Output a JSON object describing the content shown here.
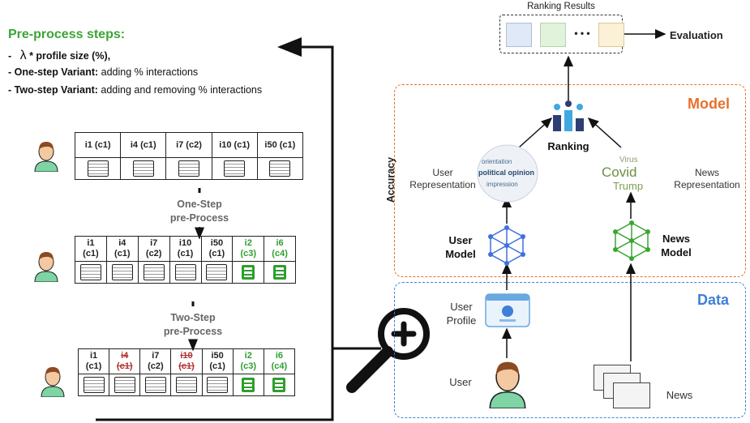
{
  "steps": {
    "title": "Pre-process steps:",
    "lambda_symbol": "λ",
    "line1": "* profile size (%),",
    "one_step_label": "One-step Variant:",
    "one_step_text": "adding % interactions",
    "two_step_label": "Two-step Variant:",
    "two_step_text": "adding and removing % interactions",
    "dash": "-"
  },
  "sequences": {
    "original": [
      "i1 (c1)",
      "i4 (c1)",
      "i7 (c2)",
      "i10 (c1)",
      "i50 (c1)"
    ],
    "one_step": [
      {
        "item": "i1",
        "cat": "(c1)"
      },
      {
        "item": "i4",
        "cat": "(c1)"
      },
      {
        "item": "i7",
        "cat": "(c2)"
      },
      {
        "item": "i10",
        "cat": "(c1)"
      },
      {
        "item": "i50",
        "cat": "(c1)"
      },
      {
        "item": "i2",
        "cat": "(c3)"
      },
      {
        "item": "i6",
        "cat": "(c4)"
      }
    ],
    "two_step": [
      {
        "item": "i1",
        "cat": "(c1)"
      },
      {
        "item": "i4",
        "cat": "(c1)"
      },
      {
        "item": "i7",
        "cat": "(c2)"
      },
      {
        "item": "i10",
        "cat": "(c1)"
      },
      {
        "item": "i50",
        "cat": "(c1)"
      },
      {
        "item": "i2",
        "cat": "(c3)"
      },
      {
        "item": "i6",
        "cat": "(c4)"
      }
    ],
    "news_glyph": "NEWS"
  },
  "process": {
    "one_step_1": "One-Step",
    "one_step_2": "pre-Process",
    "two_step_1": "Two-Step",
    "two_step_2": "pre-Process"
  },
  "diagram": {
    "ranking_results": "Ranking Results",
    "ellipsis": "• • •",
    "evaluation": "Evaluation",
    "model_title": "Model",
    "data_title": "Data",
    "accuracy": "Accuracy",
    "ranking": "Ranking",
    "user_repr_1": "User",
    "user_repr_2": "Representation",
    "news_repr_1": "News",
    "news_repr_2": "Representation",
    "user_model_1": "User",
    "user_model_2": "Model",
    "news_model_1": "News",
    "news_model_2": "Model",
    "user_profile_1": "User",
    "user_profile_2": "Profile",
    "user": "User",
    "news": "News",
    "cloud_user": [
      "political opinion",
      "orientation",
      "impression"
    ],
    "cloud_news": [
      "Virus",
      "Covid",
      "Trump"
    ]
  },
  "colors": {
    "green": "#3aa634",
    "model_orange": "#e8702a",
    "data_blue": "#3f7fd8",
    "struck_red": "#b03030"
  }
}
